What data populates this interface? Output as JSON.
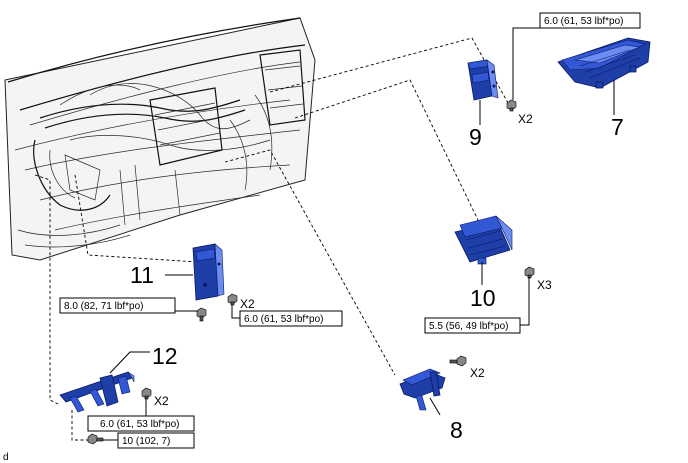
{
  "callouts": {
    "n7": "7",
    "n8": "8",
    "n9": "9",
    "n10": "10",
    "n11": "11",
    "n12": "12"
  },
  "torque": {
    "t_top": "6.0 (61, 53 lbf*po)",
    "t11_left": "8.0 (82, 71 lbf*po)",
    "t11_right": "6.0 (61, 53 lbf*po)",
    "t10": "5.5 (56, 49 lbf*po)",
    "t12_a": "6.0 (61, 53 lbf*po)",
    "t12_b": "10 (102, 7)"
  },
  "quantities": {
    "q9": "X2",
    "q11": "X2",
    "q10": "X3",
    "q8": "X2",
    "q12": "X2"
  },
  "corner_label": "d",
  "colors": {
    "part_blue": "#1f3fa8",
    "part_highlight": "#6b8cf0"
  }
}
